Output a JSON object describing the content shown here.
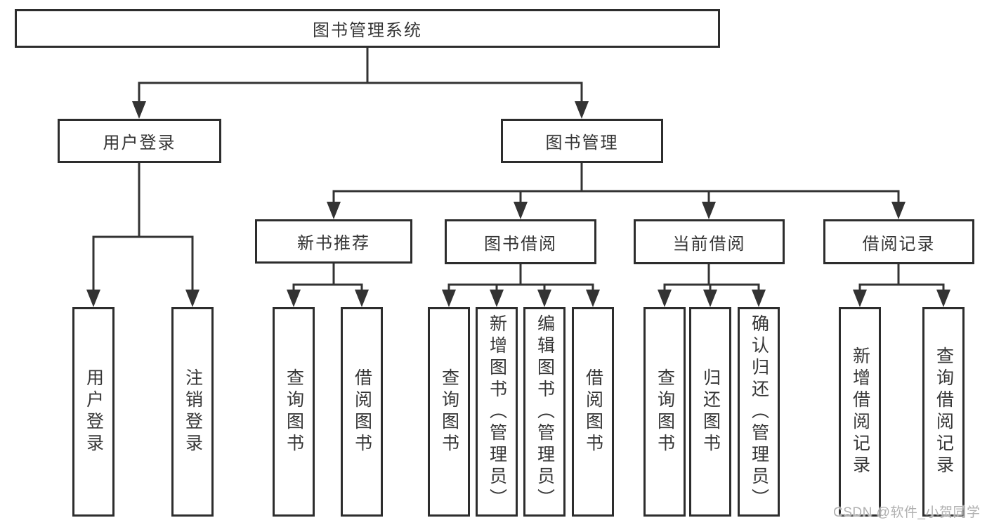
{
  "diagram": {
    "root": {
      "label": "图书管理系统"
    },
    "branches": [
      {
        "label": "用户登录"
      },
      {
        "label": "图书管理"
      }
    ],
    "sections": [
      {
        "label": "新书推荐"
      },
      {
        "label": "图书借阅"
      },
      {
        "label": "当前借阅"
      },
      {
        "label": "借阅记录"
      }
    ],
    "leaves": [
      {
        "label": "用户登录"
      },
      {
        "label": "注销登录"
      },
      {
        "label": "查询图书"
      },
      {
        "label": "借阅图书"
      },
      {
        "label": "查询图书"
      },
      {
        "label": "新增图书（管理员）"
      },
      {
        "label": "编辑图书（管理员）"
      },
      {
        "label": "借阅图书"
      },
      {
        "label": "查询图书"
      },
      {
        "label": "归还图书"
      },
      {
        "label": "确认归还（管理员）"
      },
      {
        "label": "新增借阅记录"
      },
      {
        "label": "查询借阅记录"
      }
    ]
  },
  "watermark": {
    "text": "CSDN @软件_小贺同学"
  },
  "colors": {
    "line": "#333333",
    "box_border": "#2d2d2d",
    "text": "#363636",
    "watermark": "#b0b0b0",
    "background": "#ffffff"
  }
}
